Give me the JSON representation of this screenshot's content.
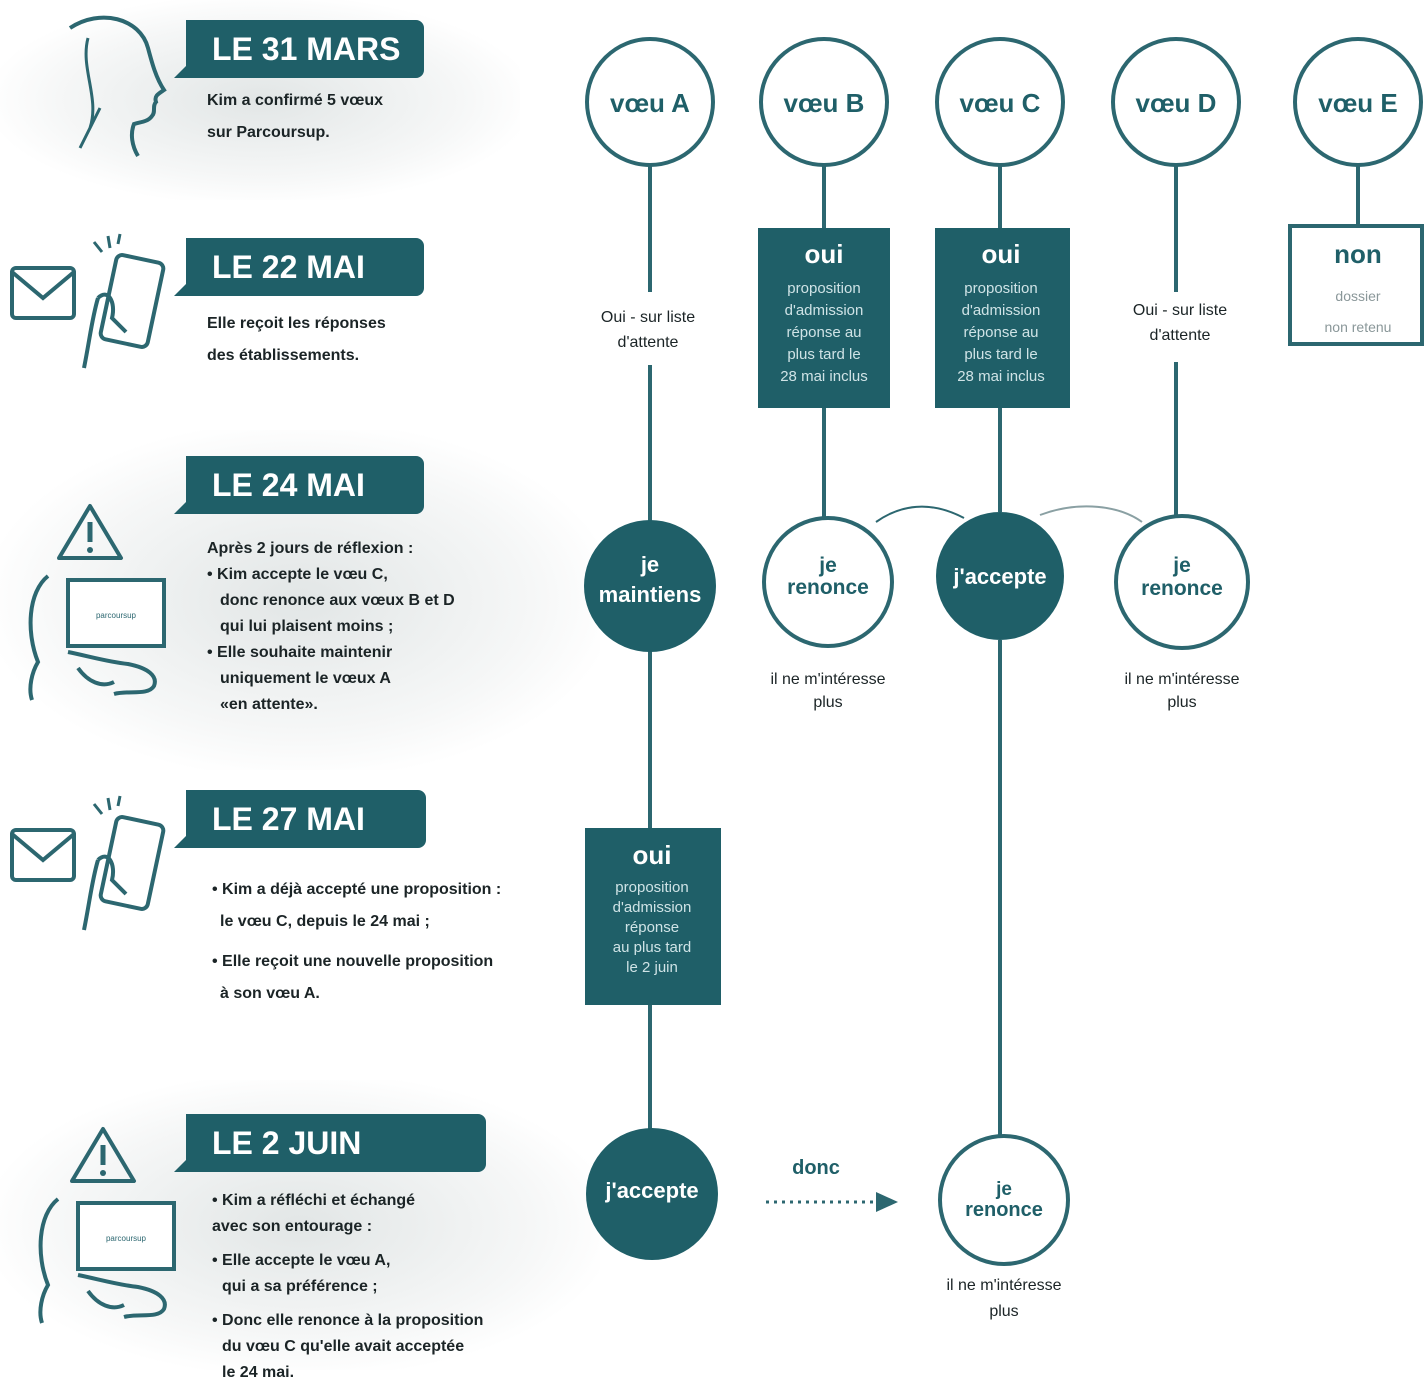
{
  "timeline": [
    {
      "date": "LE 31 MARS",
      "lines": [
        "Kim a confirmé 5 vœux",
        "sur Parcoursup."
      ]
    },
    {
      "date": "LE 22 MAI",
      "lines": [
        "Elle reçoit les réponses",
        "des établissements."
      ]
    },
    {
      "date": "LE 24 MAI",
      "lines": [
        "Après 2 jours de réflexion :",
        "• Kim accepte le vœu C,",
        "donc renonce aux vœux B et D",
        "qui lui plaisent moins ;",
        "• Elle souhaite maintenir",
        "uniquement le vœux A",
        "«en attente»."
      ]
    },
    {
      "date": "LE 27 MAI",
      "lines": [
        "• Kim a déjà accepté une proposition :",
        "le vœu C, depuis le 24 mai ;",
        "• Elle reçoit une nouvelle proposition",
        "à son vœu A."
      ]
    },
    {
      "date": "LE 2 JUIN",
      "lines": [
        "• Kim a réfléchi et échangé",
        "avec son entourage :",
        "• Elle accepte le vœu A,",
        "qui a sa préférence ;",
        "• Donc elle renonce à la proposition",
        "du vœu C qu'elle avait acceptée",
        "le 24 mai."
      ]
    }
  ],
  "screen_text": "parcoursup",
  "voeux": [
    {
      "id": "A",
      "label": "vœu A"
    },
    {
      "id": "B",
      "label": "vœu B"
    },
    {
      "id": "C",
      "label": "vœu C"
    },
    {
      "id": "D",
      "label": "vœu D"
    },
    {
      "id": "E",
      "label": "vœu E"
    }
  ],
  "responses_22": {
    "A": [
      "Oui - sur liste",
      "d'attente"
    ],
    "B": {
      "title": "oui",
      "lines": [
        "proposition",
        "d'admission",
        "réponse au",
        "plus tard le",
        "28 mai inclus"
      ]
    },
    "C": {
      "title": "oui",
      "lines": [
        "proposition",
        "d'admission",
        "réponse au",
        "plus tard le",
        "28 mai inclus"
      ]
    },
    "D": [
      "Oui - sur liste",
      "d'attente"
    ],
    "E": {
      "title": "non",
      "lines": [
        "dossier",
        "non retenu"
      ]
    }
  },
  "decisions_24": {
    "A": [
      "je",
      "maintiens"
    ],
    "B": [
      "je",
      "renonce"
    ],
    "C": [
      "j'accepte"
    ],
    "D": [
      "je",
      "renonce"
    ],
    "B_note": [
      "il ne m'intéresse",
      "plus"
    ],
    "D_note": [
      "il ne m'intéresse",
      "plus"
    ]
  },
  "response_27_A": {
    "title": "oui",
    "lines": [
      "proposition",
      "d'admission",
      "réponse",
      "au plus tard",
      "le 2 juin"
    ]
  },
  "decisions_2juin": {
    "A": [
      "j'accepte"
    ],
    "arrow_label": "donc",
    "C": [
      "je",
      "renonce"
    ],
    "C_note": [
      "il ne m'intéresse",
      "plus"
    ]
  },
  "colors": {
    "teal": "#1f5f68",
    "line": "#2c6770"
  }
}
